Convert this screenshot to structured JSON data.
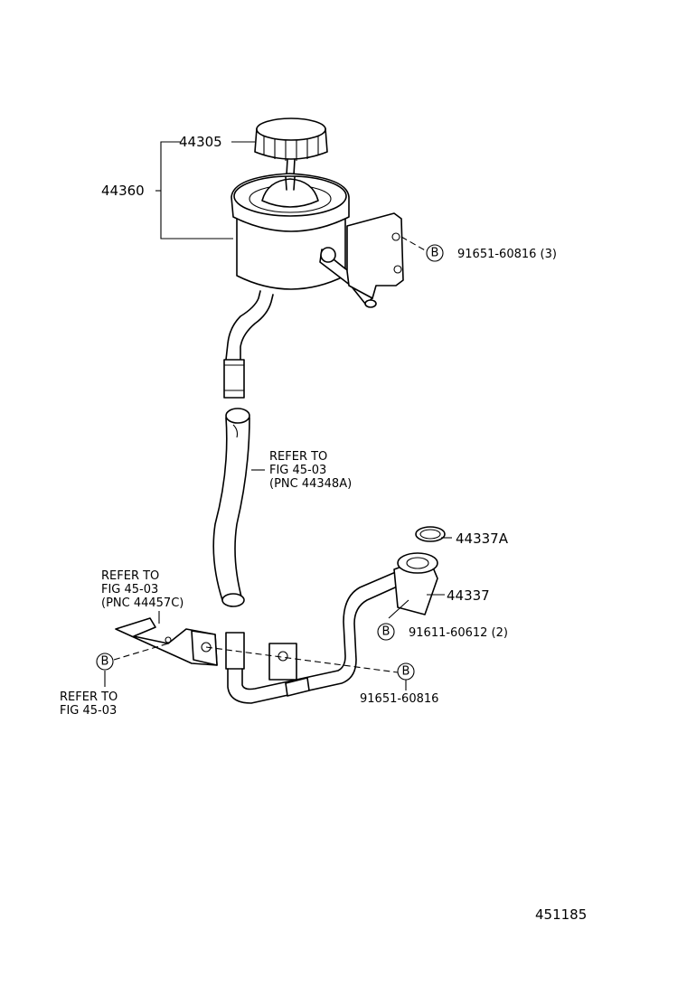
{
  "labels": {
    "cap": "44305",
    "reservoir": "44360",
    "bolt_top": "91651-60816 (3)",
    "refer_upper": [
      "REFER TO",
      "FIG 45-03",
      "(PNC 44348A)"
    ],
    "oring": "44337A",
    "union": "44337",
    "bolt_union": "91611-60612 (2)",
    "refer_left": [
      "REFER TO",
      "FIG 45-03",
      "(PNC 44457C)"
    ],
    "refer_bottom": [
      "REFER TO",
      "FIG 45-03"
    ],
    "bolt_bottom": "91651-60816",
    "illustration_number": "451185"
  },
  "badges": {
    "bolt_symbol": "B"
  }
}
